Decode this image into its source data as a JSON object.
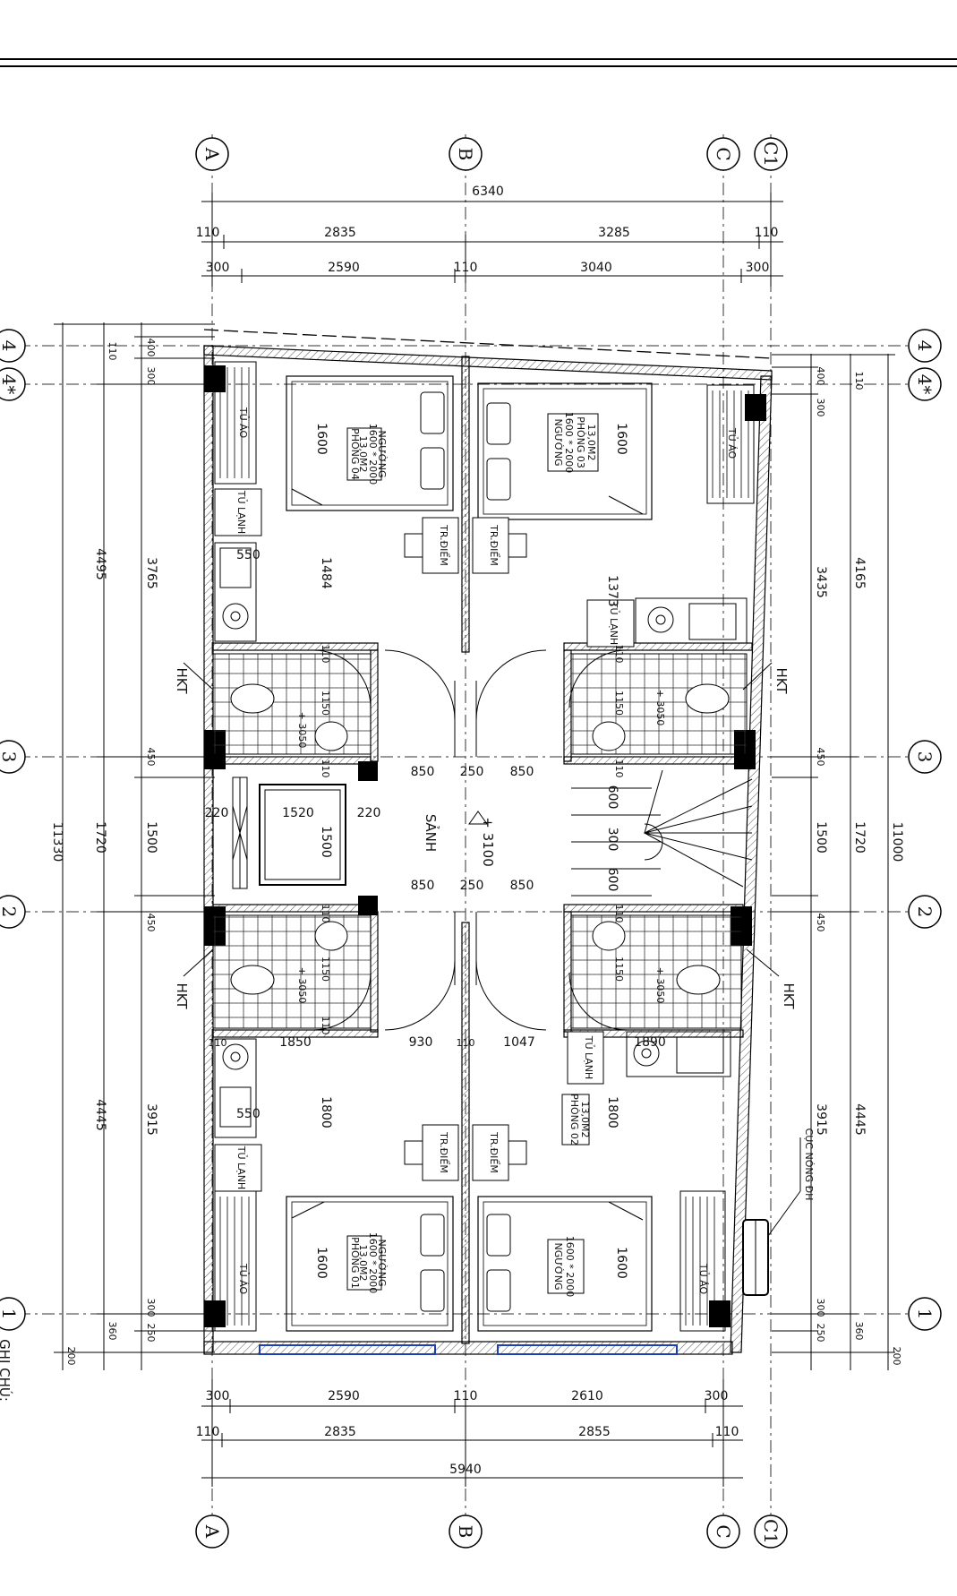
{
  "axes": {
    "columns": [
      "A",
      "B",
      "C",
      "C1"
    ],
    "rows_left": [
      "4",
      "4*",
      "3",
      "2",
      "1"
    ],
    "rows_right": [
      "4",
      "4*",
      "3",
      "2",
      "1"
    ]
  },
  "top_dims": {
    "total": "6340",
    "level2": [
      "110",
      "2835",
      "3285",
      "110"
    ],
    "level3": [
      "300",
      "2590",
      "110",
      "3040",
      "300"
    ]
  },
  "bottom_dims": {
    "total": "5940",
    "level2": [
      "110",
      "2835",
      "2855",
      "110"
    ],
    "level1": [
      "300",
      "2590",
      "110",
      "2610",
      "300"
    ]
  },
  "left_dims": {
    "total": "11330",
    "mid": [
      "4495",
      "1720",
      "4445"
    ],
    "inner": [
      "110",
      "400",
      "300",
      "3765",
      "450",
      "1500",
      "450",
      "3915",
      "300",
      "250",
      "360",
      "200"
    ]
  },
  "right_dims": {
    "total": "11000",
    "mid": [
      "4165",
      "1720",
      "4445"
    ],
    "inner": [
      "110",
      "400",
      "300",
      "3435",
      "450",
      "1500",
      "450",
      "3915",
      "300",
      "250",
      "360",
      "200"
    ]
  },
  "rooms": {
    "room04": {
      "name": "PHÒNG 04",
      "area": "13,0M2",
      "bed": "1600 * 2000",
      "bed_label": "NGƯỜNG",
      "dim": "1600"
    },
    "room03": {
      "name": "PHÒNG 03",
      "area": "13,0M2",
      "bed": "1600 * 2000",
      "bed_label": "NGƯỜNG",
      "dim": "1600"
    },
    "room01": {
      "name": "PHÒNG 01",
      "area": "13,0M2",
      "bed": "1600 * 2000",
      "bed_label": "NGƯỜNG",
      "dim": "1600"
    },
    "room02": {
      "name": "PHÒNG 02",
      "area": "13,0M2",
      "bed": "1600 * 2000",
      "bed_label": "NGƯỜNG",
      "dim": "1600"
    }
  },
  "labels": {
    "tu_ao": "TỦ ÁO",
    "tu_lanh": "TỦ LẠNH",
    "tr_diem": "TR.ĐIỂM",
    "hkt": "HKT",
    "sanh": "SẢNH",
    "level": "+ 3100",
    "wc_level": "+ 3050",
    "cuc_nong": "CỤC NÓNG ĐH",
    "ghi_chu": "GHI CHÚ:"
  },
  "interior_dims": {
    "d550": "550",
    "d1484": "1484",
    "d1373": "1373",
    "d110": "110",
    "d1150": "1150",
    "d850": "850",
    "d250": "250",
    "d600": "600",
    "d300": "300",
    "d1520": "1520",
    "d1500": "1500",
    "d220": "220",
    "d1850": "1850",
    "d930": "930",
    "d1047": "1047",
    "d1890": "1890",
    "d1800": "1800"
  }
}
